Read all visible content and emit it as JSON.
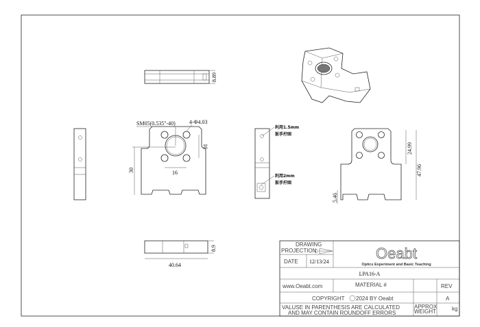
{
  "drawing": {
    "part_number": "LPA16-A",
    "dimensions": {
      "top_thickness": "8.89",
      "bottom_thickness": "8.9",
      "bottom_width": "40.64",
      "thread": "SM05(0.535\"-40)",
      "holes": "4-Φ4.03",
      "hole_spacing_v": "16",
      "hole_spacing_h": "16",
      "center_height": "30",
      "plate_height": "24.99",
      "total_height": "47.96",
      "foot_height": "5.46"
    },
    "notes": {
      "screw_1_line1": "利用1.5mm",
      "screw_1_line2": "扳手拧固",
      "screw_2_line1": "利用2mm",
      "screw_2_line2": "扳手拧固"
    }
  },
  "title_block": {
    "drawing_label": "DRAWING",
    "projection_label": "PROJECTION",
    "date_label": "DATE",
    "date": "12/13/24",
    "logo": "Oeabt",
    "logo_tagline": "Optics Experiment and Basic Teaching",
    "website": "www.Oeabt.com",
    "material_label": "MATERIAL #",
    "rev_label": "REV",
    "rev": "A",
    "copyright": "COPYRIGHT",
    "copyright_suffix": "2024 BY Oeabt",
    "note_line1": "VALUSE IN PARENTHESIS ARE CALCULATED",
    "note_line2": "AND MAY CONTAIN ROUNDOFF ERRORS",
    "approx_weight_line1": "APPROX",
    "approx_weight_line2": "WEIGHT",
    "weight_unit": "kg"
  }
}
